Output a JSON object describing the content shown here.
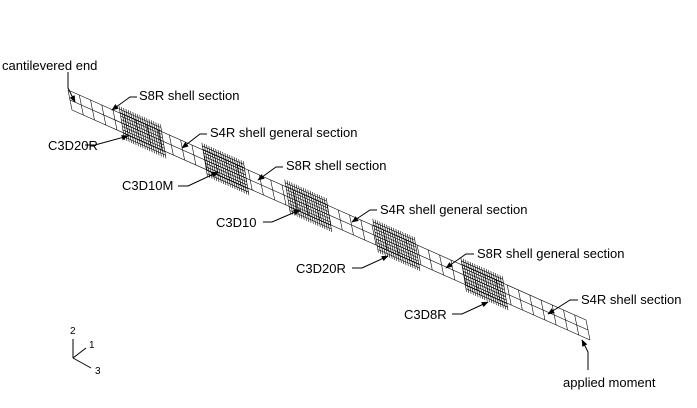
{
  "labels": {
    "cantilevered_end": "cantilevered end",
    "s8r_1": "S8R shell section",
    "c3d20r_1": "C3D20R",
    "s4r_general_1": "S4R shell general section",
    "c3d10m": "C3D10M",
    "s8r_2": "S8R shell section",
    "c3d10": "C3D10",
    "s4r_general_2": "S4R shell general section",
    "c3d20r_2": "C3D20R",
    "s8r_general": "S8R shell general section",
    "c3d8r": "C3D8R",
    "s4r_shell": "S4R shell section",
    "applied_moment": "applied moment"
  },
  "axes": {
    "axis_2": "2",
    "axis_1": "1",
    "axis_3": "3"
  }
}
